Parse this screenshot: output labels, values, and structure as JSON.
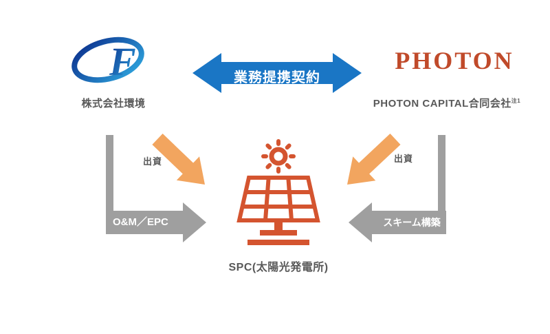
{
  "colors": {
    "partnership_blue": "#1a76c5",
    "invest_orange": "#f2a55f",
    "connector_gray": "#9f9f9f",
    "label_gray": "#595959",
    "photon_red": "#c04a2a",
    "solar_orange": "#d4542f",
    "logo_blue_dark": "#0b2e8c",
    "logo_blue_light": "#2fa8e0"
  },
  "left_company": {
    "name": "株式会社環境",
    "logo_letter": "F"
  },
  "right_company": {
    "logo_text": "PHOTON",
    "name": "PHOTON CAPITAL合同会社",
    "note": "注1"
  },
  "partnership": {
    "label": "業務提携契約"
  },
  "left_flow": {
    "invest_label": "出資",
    "service_label": "O&M／EPC"
  },
  "right_flow": {
    "invest_label": "出資",
    "service_label": "スキーム構築"
  },
  "spc": {
    "label": "SPC(太陽光発電所)"
  }
}
